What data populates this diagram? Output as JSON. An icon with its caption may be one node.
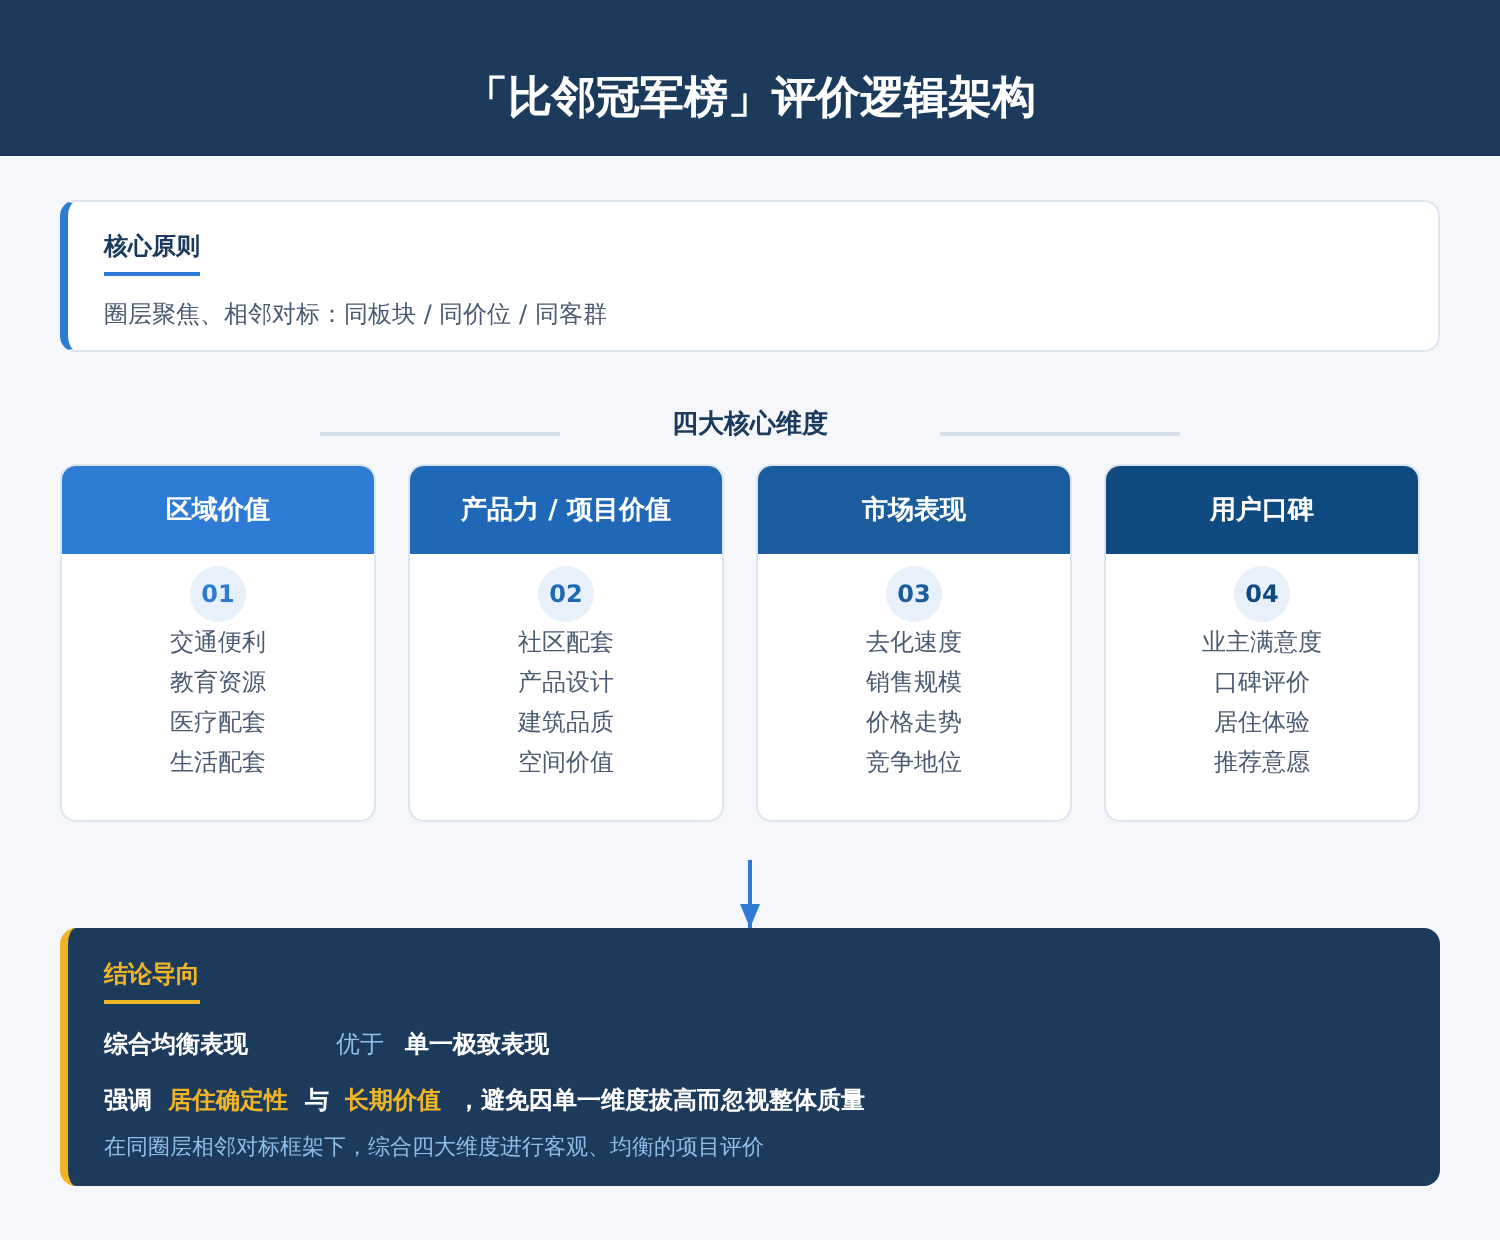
{
  "diagram": {
    "title": "「比邻冠军榜」评价逻辑架构",
    "nodes": [
      {
        "text": [
          "核心原则",
          "圈层聚焦、相邻对标：同板块 / 同价位 / 同客群"
        ]
      },
      {
        "text": [
          "区域价值",
          "01",
          "交通便利",
          "教育资源",
          "医疗配套",
          "生活配套"
        ]
      },
      {
        "text": [
          "产品力 / 项目价值",
          "02",
          "社区配套",
          "产品设计",
          "建筑品质",
          "空间价值"
        ]
      },
      {
        "text": [
          "市场表现",
          "03",
          "去化速度",
          "销售规模",
          "价格走势",
          "竞争地位"
        ]
      },
      {
        "text": [
          "用户口碑",
          "04",
          "业主满意度",
          "口碑评价",
          "居住体验",
          "推荐意愿"
        ]
      },
      {
        "text": [
          "结论导向",
          "综合均衡表现 *优于* 单一极致表现",
          "强调 **居住确定性** 与 **长期价值** ，避免因单一维度拔高而忽视整体质量",
          "在同圈层相邻对标框架下，综合四大维度进行客观、均衡的项目评价"
        ]
      }
    ],
    "edges": [
      {
        "from": null,
        "to": 5,
        "arrow": "to"
      }
    ],
    "labels": [
      "四大核心维度"
    ]
  }
}
